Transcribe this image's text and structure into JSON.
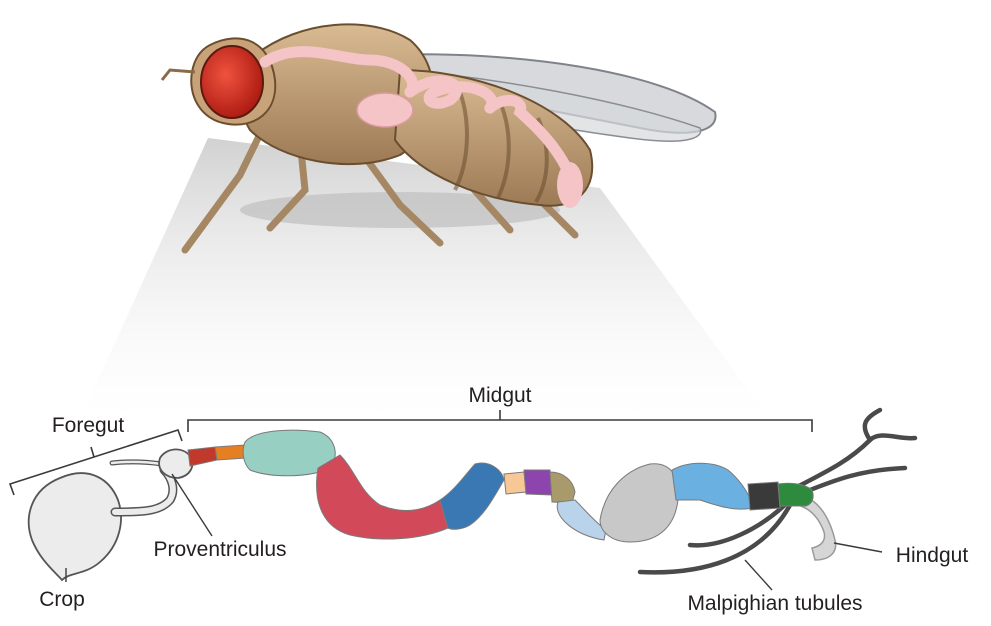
{
  "labels": {
    "midgut": "Midgut",
    "foregut": "Foregut",
    "proventriculus": "Proventriculus",
    "crop": "Crop",
    "hindgut": "Hindgut",
    "malpighian": "Malpighian tubules"
  },
  "colors": {
    "fly_body": "#c8a37a",
    "fly_eye": "#d7261a",
    "fly_gut": "#f4c4c6",
    "fly_wing": "#c9ccd0",
    "projection": "#e2e2e2",
    "crop": "#ececec",
    "proventriculus": "#ececec",
    "gut_red_dark": "#c0392b",
    "gut_orange": "#e67e22",
    "gut_teal": "#97cfc3",
    "gut_red": "#d24a5a",
    "gut_blue": "#3a78b3",
    "gut_peach": "#f7c896",
    "gut_purple": "#8e44ad",
    "gut_olive": "#a89a6b",
    "gut_lightblue": "#b9d3ea",
    "gut_gray": "#c8c8c8",
    "gut_skyblue": "#6ab0e0",
    "gut_black": "#3a3a3a",
    "gut_green": "#2e8b3e",
    "hindgut": "#d6d6d6",
    "tubules": "#4a4a4a"
  }
}
